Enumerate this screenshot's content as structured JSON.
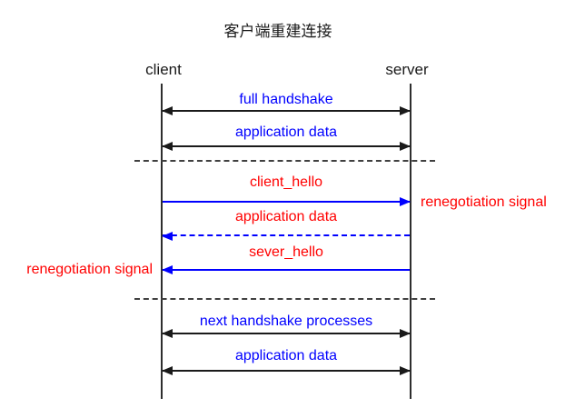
{
  "title": "客户端重建连接",
  "actors": {
    "client": "client",
    "server": "server"
  },
  "colors": {
    "message_blue": "#0000ff",
    "message_red": "#ff0000",
    "line_black": "#1a1a1a",
    "separator_gray": "#404040",
    "background": "#ffffff"
  },
  "messages": [
    {
      "label": "full handshake",
      "label_color": "blue",
      "arrow": "double",
      "arrow_style": "solid",
      "arrow_color": "black"
    },
    {
      "label": "application data",
      "label_color": "blue",
      "arrow": "double",
      "arrow_style": "solid",
      "arrow_color": "black"
    },
    {
      "label": "client_hello",
      "label_color": "red",
      "arrow": "right",
      "arrow_style": "solid",
      "arrow_color": "blue"
    },
    {
      "label": "application data",
      "label_color": "red",
      "arrow": "left",
      "arrow_style": "dashed",
      "arrow_color": "blue"
    },
    {
      "label": "sever_hello",
      "label_color": "red",
      "arrow": "left",
      "arrow_style": "solid",
      "arrow_color": "blue"
    },
    {
      "label": "next handshake processes",
      "label_color": "blue",
      "arrow": "double",
      "arrow_style": "solid",
      "arrow_color": "black"
    },
    {
      "label": "application data",
      "label_color": "blue",
      "arrow": "double",
      "arrow_style": "solid",
      "arrow_color": "black"
    }
  ],
  "annotations": {
    "right": {
      "text": "renegotiation signal"
    },
    "left": {
      "text": "renegotiation signal"
    }
  }
}
